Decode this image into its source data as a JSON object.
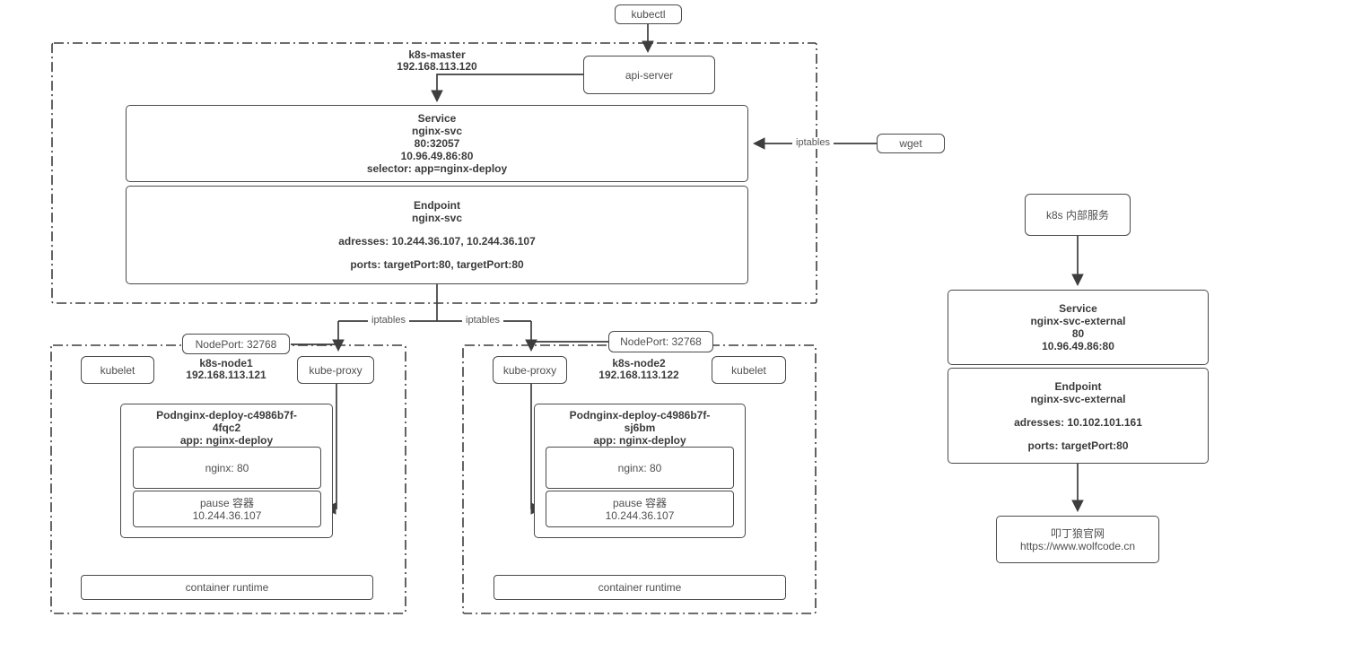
{
  "colors": {
    "border": "#4a4a4a",
    "line": "#3d3d3d",
    "text": "#4f4f4f",
    "bold_text": "#3b3b3b",
    "background": "#ffffff"
  },
  "top": {
    "kubectl": "kubectl",
    "api_server": "api-server",
    "wget": "wget",
    "iptables_wget": "iptables"
  },
  "master": {
    "name": "k8s-master",
    "ip": "192.168.113.120",
    "service": {
      "type": "Service",
      "name": "nginx-svc",
      "port_mapping": "80:32057",
      "cluster_ip": "10.96.49.86:80",
      "selector": "selector: app=nginx-deploy"
    },
    "endpoint": {
      "type": "Endpoint",
      "name": "nginx-svc",
      "addresses": "adresses: 10.244.36.107, 10.244.36.107",
      "ports": "ports: targetPort:80, targetPort:80"
    }
  },
  "branch": {
    "iptables_left": "iptables",
    "iptables_right": "iptables"
  },
  "nodes": [
    {
      "name": "k8s-node1",
      "ip": "192.168.113.121",
      "nodeport": "NodePort: 32768",
      "kubelet": "kubelet",
      "kube_proxy": "kube-proxy",
      "pod": {
        "title_line1": "Podnginx-deploy-c4986b7f-",
        "title_line2": "4fqc2",
        "app_label": "app: nginx-deploy",
        "nginx_container": "nginx: 80",
        "pause_container": "pause 容器",
        "pause_ip": "10.244.36.107"
      },
      "container_runtime": "container runtime"
    },
    {
      "name": "k8s-node2",
      "ip": "192.168.113.122",
      "nodeport": "NodePort: 32768",
      "kubelet": "kubelet",
      "kube_proxy": "kube-proxy",
      "pod": {
        "title_line1": "Podnginx-deploy-c4986b7f-",
        "title_line2": "sj6bm",
        "app_label": "app: nginx-deploy",
        "nginx_container": "nginx: 80",
        "pause_container": "pause 容器",
        "pause_ip": "10.244.36.107"
      },
      "container_runtime": "container runtime"
    }
  ],
  "external": {
    "entry": "k8s 内部服务",
    "service": {
      "type": "Service",
      "name": "nginx-svc-external",
      "port": "80",
      "cluster_ip": "10.96.49.86:80"
    },
    "endpoint": {
      "type": "Endpoint",
      "name": "nginx-svc-external",
      "addresses": "adresses: 10.102.101.161",
      "ports": "ports: targetPort:80"
    },
    "site": {
      "name": "叩丁狼官网",
      "url": "https://www.wolfcode.cn"
    }
  }
}
